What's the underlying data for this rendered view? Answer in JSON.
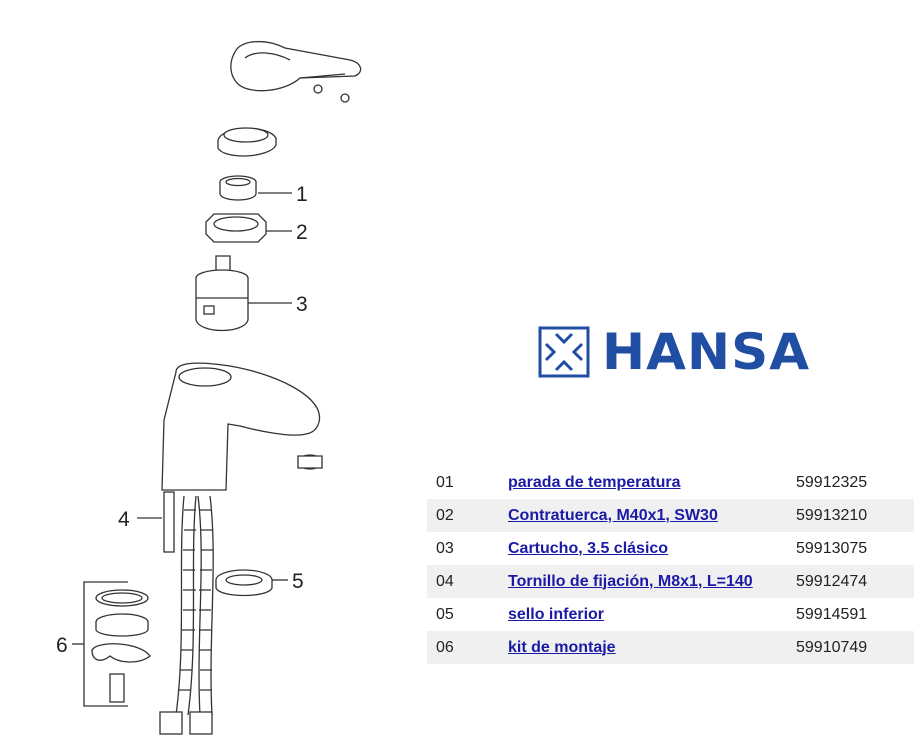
{
  "brand": {
    "name": "HANSA",
    "color": "#1f4ea3",
    "link_color": "#1a1aa6"
  },
  "callouts": [
    "1",
    "2",
    "3",
    "4",
    "5",
    "6"
  ],
  "parts": [
    {
      "num": "01",
      "desc": "parada de temperatura",
      "code": "59912325"
    },
    {
      "num": "02",
      "desc": "Contratuerca, M40x1, SW30",
      "code": "59913210"
    },
    {
      "num": "03",
      "desc": "Cartucho, 3.5 clásico",
      "code": "59913075"
    },
    {
      "num": "04",
      "desc": "Tornillo de fijación,  M8x1, L=140",
      "code": "59912474"
    },
    {
      "num": "05",
      "desc": "sello inferior",
      "code": "59914591"
    },
    {
      "num": "06",
      "desc": "kit de montaje",
      "code": "59910749"
    }
  ]
}
